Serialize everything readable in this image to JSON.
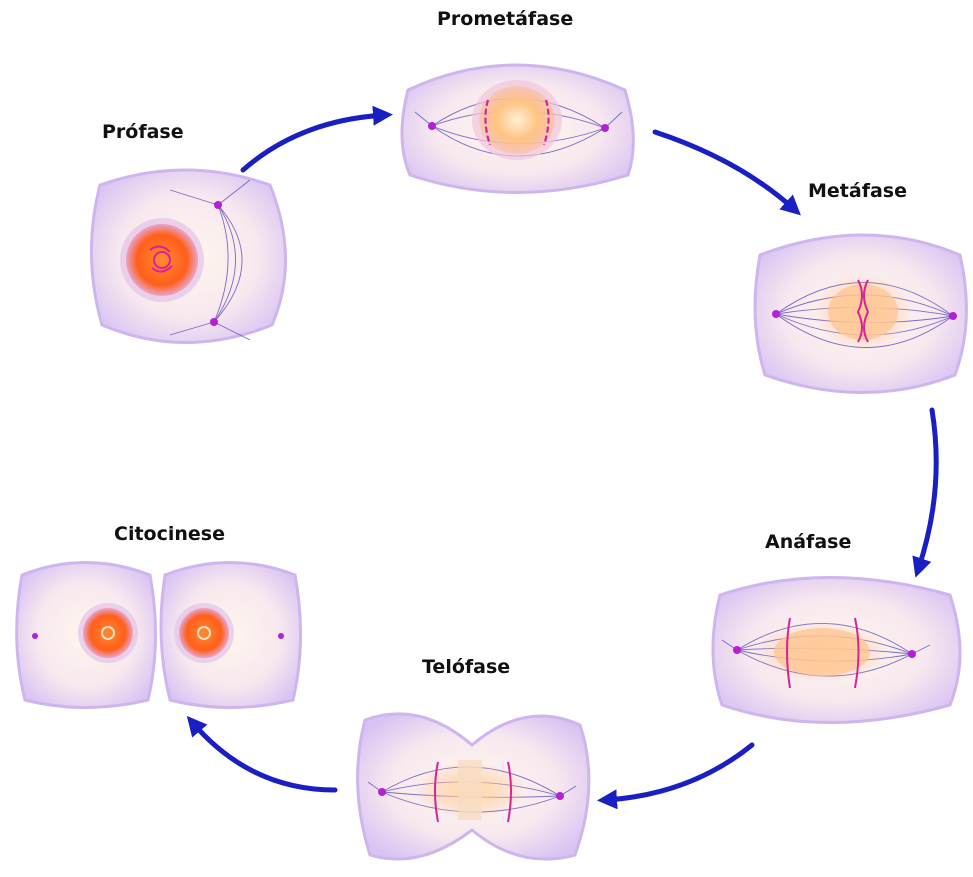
{
  "phases": [
    {
      "id": "prophase",
      "label": "Prófase"
    },
    {
      "id": "prometaphase",
      "label": "Prometáfase"
    },
    {
      "id": "metaphase",
      "label": "Metáfase"
    },
    {
      "id": "anaphase",
      "label": "Anáfase"
    },
    {
      "id": "telophase",
      "label": "Telófase"
    },
    {
      "id": "cytokinesis",
      "label": "Citocinese"
    }
  ],
  "colors": {
    "arrow": "#1a1fc4",
    "cell_membrane": "#d9c6f2",
    "cytoplasm": "#fff4ea",
    "nucleus_core": "#ffd29a",
    "nucleus_dense": "#ff6a1f",
    "chromosome": "#d6239a",
    "centrosome": "#b51fd6",
    "spindle": "#5a4db8"
  }
}
